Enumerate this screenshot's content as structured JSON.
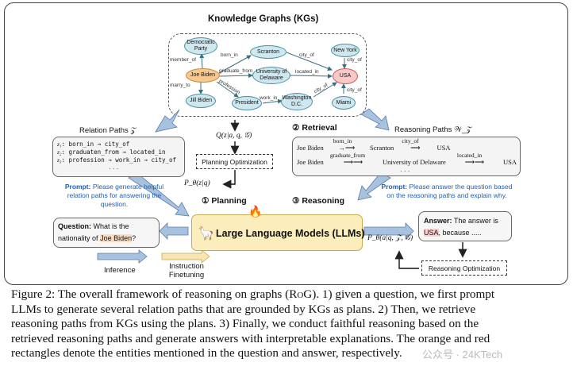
{
  "kg_title": "Knowledge Graphs (KGs)",
  "nodes": {
    "democratic_party": "Democratic Party",
    "scranton": "Scranton",
    "new_york": "New York",
    "joe_biden": "Joe Biden",
    "university_of_delaware": "University of Delaware",
    "usa": "USA",
    "jill_biden": "Jill Biden",
    "president": "President",
    "washington_dc": "Washington D.C.",
    "miami": "Miami"
  },
  "edges": {
    "member_of": "member_of",
    "born_in": "born_in",
    "city_of_1": "city_of",
    "graduate_from": "graduate_from",
    "located_in": "located_in",
    "marry_to": "marry_to",
    "profession": "profession",
    "work_in": "work_in",
    "city_of_2": "city_of",
    "city_of_3": "city_of",
    "city_of_4": "city_of"
  },
  "relation_paths": {
    "title": "Relation Paths 𝒵",
    "z1_label": "z₁",
    "z1_text": ": born_in → city_of",
    "z2_label": "z₂",
    "z2_text": ": graduaten_from → located_in",
    "z3_label": "z₃",
    "z3_text": ": profession → work_in → city_of",
    "dots": "· · ·"
  },
  "middle": {
    "q_formula": "Q(z|a, q, 𝒢)",
    "planning_opt": "Planning Optimization",
    "p_formula": "P_θ(z|q)",
    "planning_label": "① Planning",
    "retrieval_label": "② Retrieval",
    "reasoning_label": "③ Reasoning"
  },
  "reasoning_paths": {
    "title": "Reasoning Paths 𝒲_𝒵",
    "p1_head": "Joe Biden",
    "p1_r1": "born_in",
    "p1_mid": "Scranton",
    "p1_r2": "city_of",
    "p1_tail": "USA",
    "p2_head": "Joe Biden",
    "p2_r1": "graduate_from",
    "p2_mid": "University of Delaware",
    "p2_r2": "located_in",
    "p2_tail": "USA",
    "dots": "· · ·"
  },
  "prompts": {
    "left_label": "Prompt:",
    "left_text": "Please generate helpful relation paths for answering the question.",
    "right_label": "Prompt:",
    "right_text": "Please answer the question based on the reasoning paths and explain why."
  },
  "question": {
    "label": "Question:",
    "text_a": "What is the",
    "text_b": "nationality of",
    "entity": "Joe Biden",
    "text_c": "?"
  },
  "llm": {
    "label": "Large Language Models (LLMs)",
    "fire": "🔥",
    "formula": "P_θ(a|q, 𝒵, 𝒢)"
  },
  "answer": {
    "label": "Answer:",
    "text_a": "The answer is",
    "entity": "USA",
    "text_b": ", because .....",
    "reasoning_opt": "Reasoning Optimization"
  },
  "legend": {
    "inference": "Inference",
    "finetune_1": "Instruction",
    "finetune_2": "Finetuning"
  },
  "caption": {
    "l1a": "Figure 2: The overall framework of reasoning on graphs (",
    "l1_rog": "RoG",
    "l1b": "). 1) given a question, we first prompt",
    "l2": "LLMs to generate several relation paths that are grounded by KGs as plans. 2) Then, we retrieve",
    "l3": "reasoning paths from KGs using the plans. 3) Finally, we conduct faithful reasoning based on the",
    "l4": "retrieved reasoning paths and generate answers with interpretable explanations. The orange and red",
    "l5": "rectangles denote the entities mentioned in the question and answer, respectively."
  },
  "watermark": "公众号 · 24KTech"
}
